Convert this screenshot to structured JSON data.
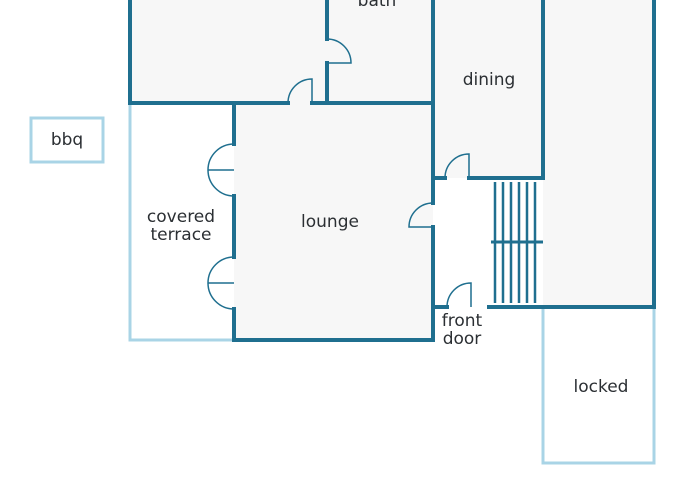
{
  "colors": {
    "wall": "#1f6f8f",
    "wall_light": "#a9d4e6",
    "floor": "#f7f7f7",
    "background": "#ffffff",
    "text": "#2b2f33"
  },
  "rooms": {
    "bath": "bath",
    "dining": "dining",
    "bbq": "bbq",
    "covered_terrace_line1": "covered",
    "covered_terrace_line2": "terrace",
    "lounge": "lounge",
    "front_door_line1": "front",
    "front_door_line2": "door",
    "locked": "locked"
  }
}
